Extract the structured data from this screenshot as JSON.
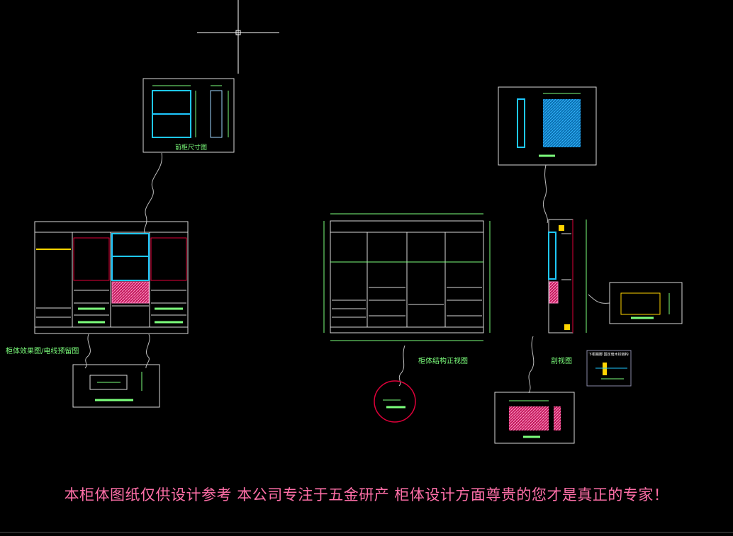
{
  "labels": {
    "front_cabinet_size": "前柜尺寸图",
    "cabinet_effect": "柜体效果图/电线预留图",
    "structure_front": "柜体结构正视图",
    "section_view": "剖视图",
    "detail_note": "下柜踢脚 固定暗木铰链构"
  },
  "banner": "本柜体图纸仅供设计参考   本公司专注于五金研产   柜体设计方面尊贵的您才是真正的专家！",
  "colors": {
    "background": "#000000",
    "line": "#d9d9d9",
    "dimension": "#7cff7c",
    "cyan": "#1ec8ff",
    "magenta": "#ff7fbf",
    "red": "#e0003a",
    "yellow": "#ffd400",
    "banner": "#ff6fa8"
  }
}
